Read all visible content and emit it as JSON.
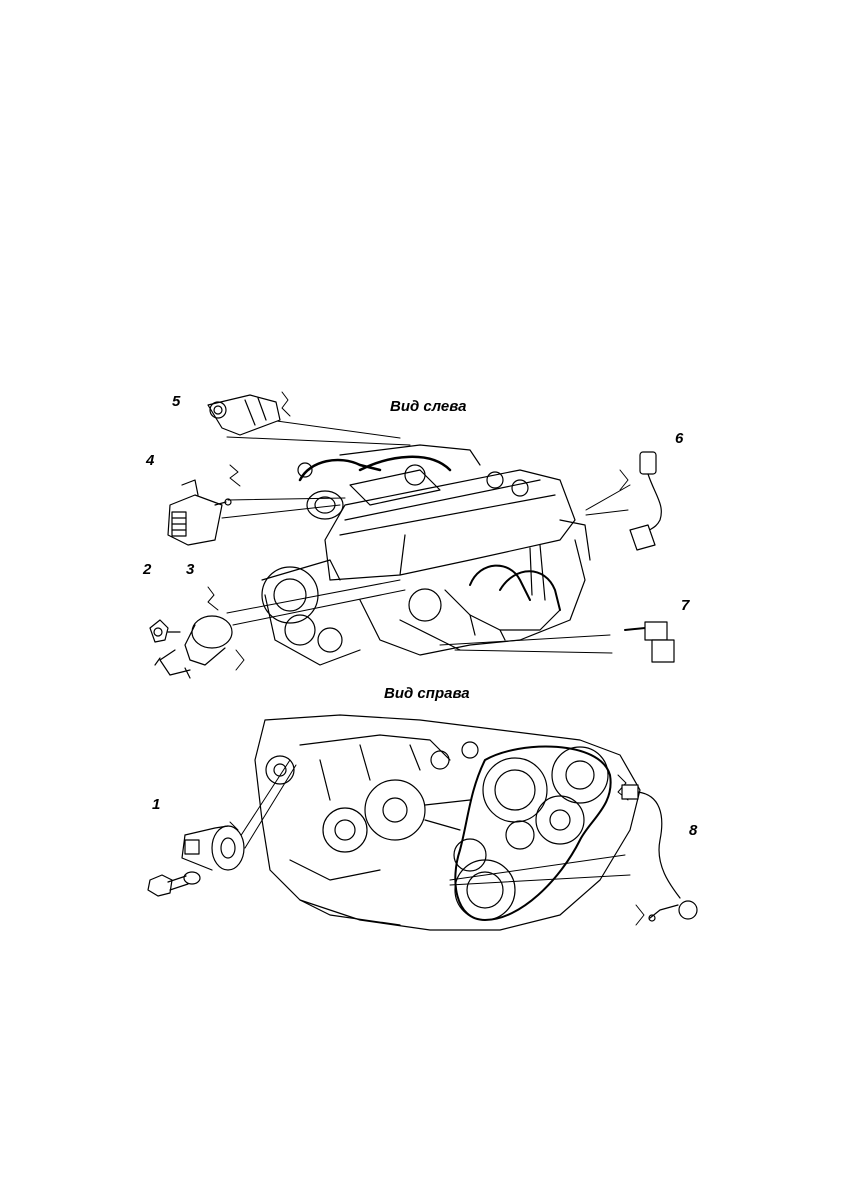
{
  "views": {
    "left_title": "Вид слева",
    "right_title": "Вид справа"
  },
  "callouts": {
    "c1": "1",
    "c2": "2",
    "c3": "3",
    "c4": "4",
    "c5": "5",
    "c6": "6",
    "c7": "7",
    "c8": "8"
  }
}
